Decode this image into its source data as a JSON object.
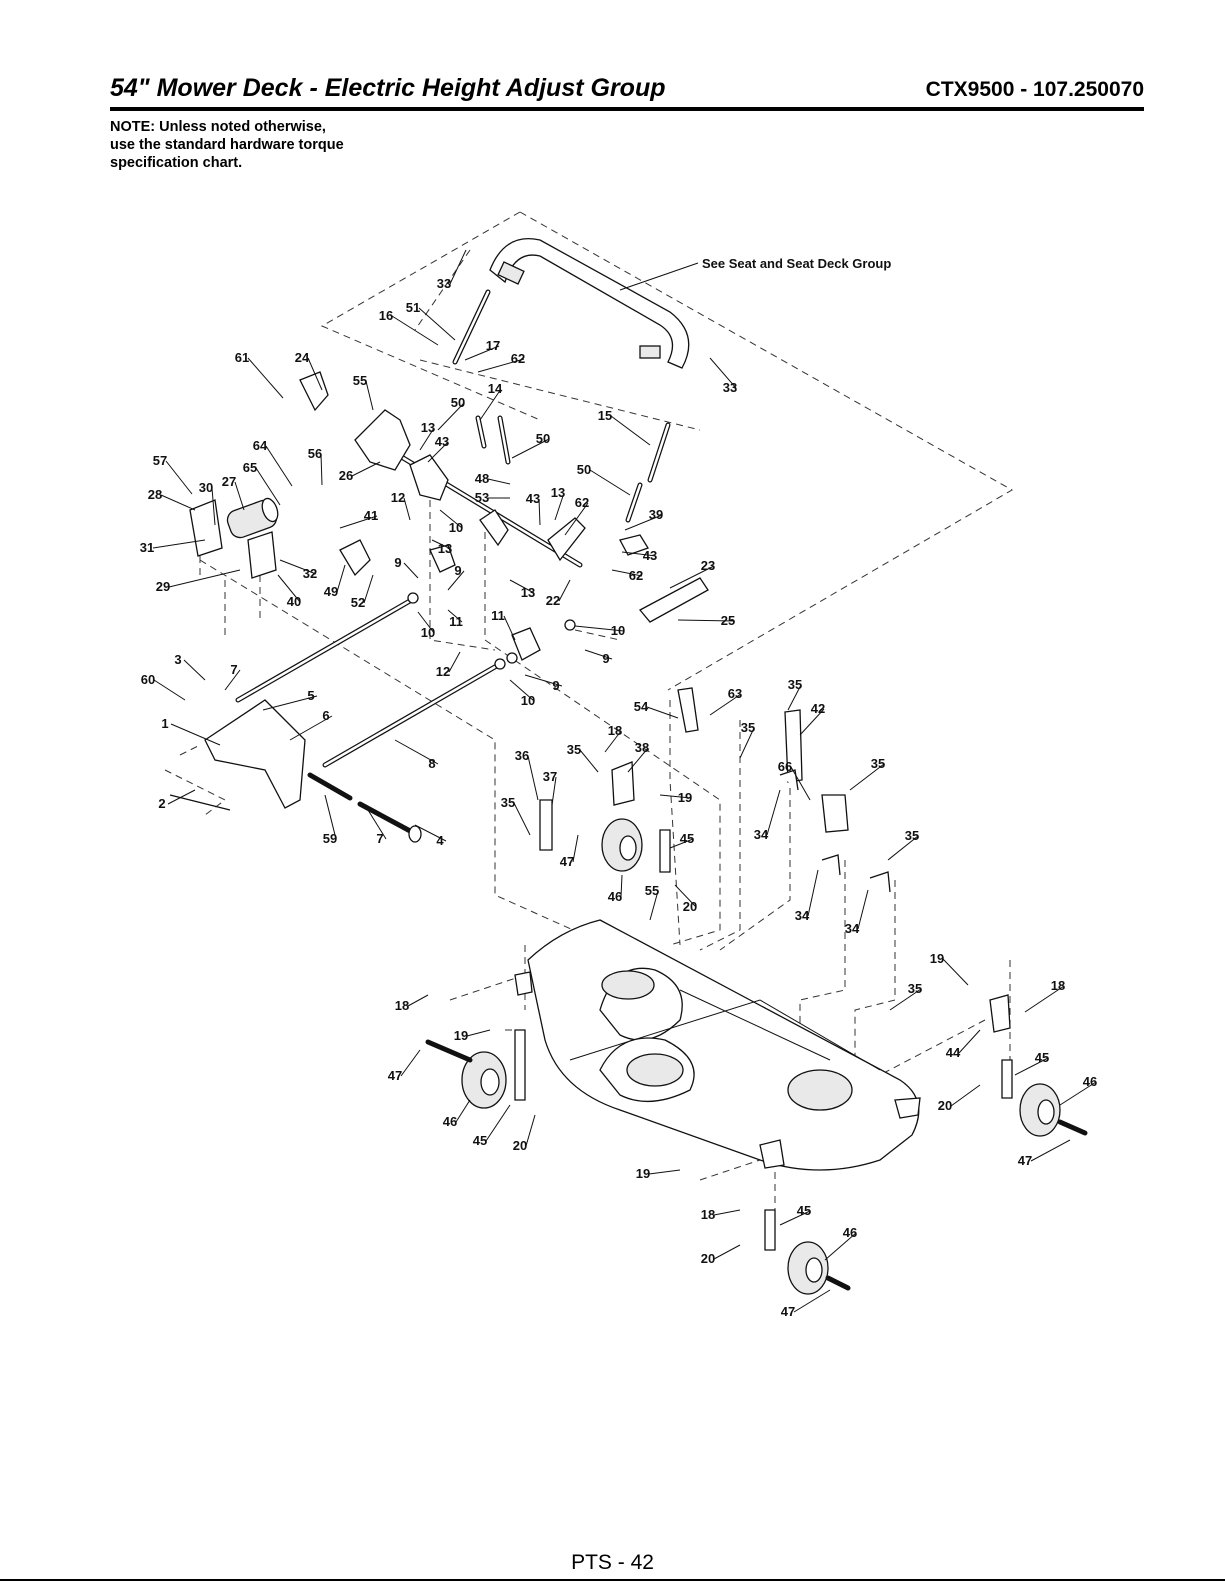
{
  "header": {
    "title": "54\" Mower Deck - Electric Height Adjust Group",
    "model": "CTX9500 - 107.250070"
  },
  "note": {
    "lines": [
      "NOTE: Unless noted otherwise,",
      "use the standard hardware torque",
      "specification chart."
    ]
  },
  "callout_text": "See Seat and Seat Deck Group",
  "callouts": {
    "c33a": "33",
    "c51": "51",
    "c16": "16",
    "c17": "17",
    "c62a": "62",
    "c33b": "33",
    "c61": "61",
    "c24": "24",
    "c55a": "55",
    "c50a": "50",
    "c14": "14",
    "c15": "15",
    "c13a": "13",
    "c43a": "43",
    "c50b": "50",
    "c64": "64",
    "c56": "56",
    "c57": "57",
    "c65": "65",
    "c26": "26",
    "c48": "48",
    "c50c": "50",
    "c30": "30",
    "c27": "27",
    "c53": "53",
    "c43b": "43",
    "c13b": "13",
    "c62b": "62",
    "c28": "28",
    "c12a": "12",
    "c41": "41",
    "c39": "39",
    "c10a": "10",
    "c31": "31",
    "c13c": "13",
    "c43c": "43",
    "c32": "32",
    "c62c": "62",
    "c23": "23",
    "c29": "29",
    "c9a": "9",
    "c9b": "9",
    "c13d": "13",
    "c40": "40",
    "c49": "49",
    "c52": "52",
    "c22": "22",
    "c25": "25",
    "c10b": "10",
    "c11a": "11",
    "c11b": "11",
    "c10c": "10",
    "c9c": "9",
    "c3": "3",
    "c7a": "7",
    "c60": "60",
    "c12b": "12",
    "c9d": "9",
    "c5": "5",
    "c10d": "10",
    "c63": "63",
    "c35a": "35",
    "c54": "54",
    "c42": "42",
    "c6": "6",
    "c1": "1",
    "c18a": "18",
    "c35b": "35",
    "c38": "38",
    "c35c": "35",
    "c36": "36",
    "c8": "8",
    "c66": "66",
    "c35d": "35",
    "c37": "37",
    "c19a": "19",
    "c2": "2",
    "c35e": "35",
    "c34a": "34",
    "c45a": "45",
    "c35f": "35",
    "c59": "59",
    "c7b": "7",
    "c4": "4",
    "c47a": "47",
    "c46a": "46",
    "c55b": "55",
    "c20a": "20",
    "c34b": "34",
    "c34c": "34",
    "c19b": "19",
    "c35g": "35",
    "c18b": "18",
    "c18c": "18",
    "c19c": "19",
    "c44": "44",
    "c45b": "45",
    "c47b": "47",
    "c46b": "46",
    "c20b": "20",
    "c46c": "46",
    "c45c": "45",
    "c20c": "20",
    "c47c": "47",
    "c19d": "19",
    "c18d": "18",
    "c45d": "45",
    "c46d": "46",
    "c20d": "20",
    "c47d": "47"
  },
  "footer": {
    "page": "PTS - 42"
  }
}
